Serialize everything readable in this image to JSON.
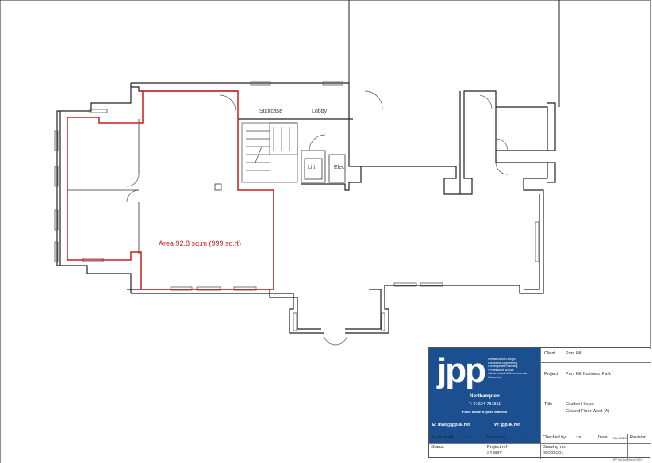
{
  "rooms": {
    "staircase": "Staircase",
    "lobby": "Lobby",
    "lift": "Lift",
    "elec": "Elec"
  },
  "area_label": "Area 92.8 sq.m (999 sq.ft)",
  "colors": {
    "wall": "#222222",
    "highlight": "#c81e1e",
    "brand": "#1b4f8f"
  },
  "title_block": {
    "logo": {
      "mark": "jpp",
      "services": [
        "Infrastructure Design",
        "Structural Engineering",
        "Development Planning",
        "Professional Advice",
        "Geotechnical & Environmental",
        "Surveying"
      ],
      "office": "Northampton",
      "phone": "T: 01604 781811",
      "locations": "Poole    Milton Keynes    Warwick",
      "email": "E: mail@jppuk.net",
      "web": "W: jppuk.net"
    },
    "client_label": "Client",
    "client": "Pury Hill",
    "project_label": "Project",
    "project": "Pury Hill Business Park",
    "title_label": "Title",
    "title_line1": "Grafton House",
    "title_line2": "Ground Floor West (A)",
    "scale_label": "Scale at A4",
    "scale": "1:125",
    "drawn_label": "Drawn by",
    "drawn": "J.O.",
    "checked_label": "Checked by",
    "checked": "T.B.",
    "date_label": "Date",
    "date": "Mar 2020",
    "revision_label": "Revision",
    "status_label": "Status",
    "project_ref_label": "Project ref",
    "project_ref": "24483Y",
    "drawing_no_label": "Drawing no.",
    "drawing_no": "06C03C01"
  },
  "footer_note": "JPP QA document 017/0"
}
